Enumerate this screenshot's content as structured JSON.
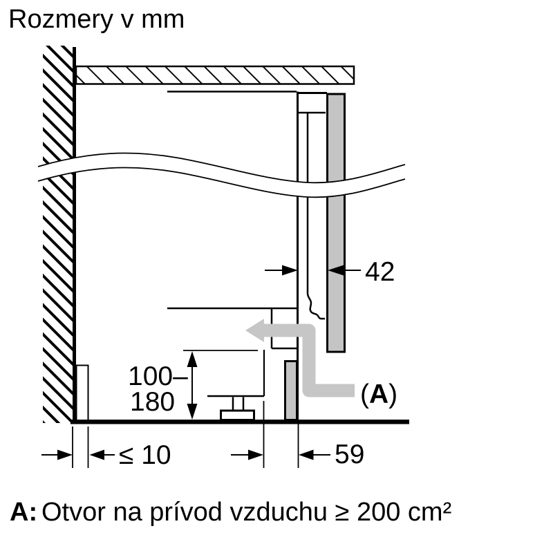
{
  "title": "Rozmery v mm",
  "diagram": {
    "dim_door_thickness": "42",
    "dim_plinth_height_line1": "100–",
    "dim_plinth_height_line2": "180",
    "dim_wall_gap": "≤ 10",
    "dim_plinth_recess": "59",
    "air_inlet_open_paren": "(",
    "air_inlet_letter": "A",
    "air_inlet_close_paren": ")"
  },
  "caption": {
    "prefix": "A:",
    "text": "Otvor na prívod vzduchu ≥ 200 cm²"
  },
  "colors": {
    "ink": "#000000",
    "panel_gray": "#c4c4c4",
    "airflow_gray": "#c6c6c6",
    "background": "#ffffff"
  }
}
